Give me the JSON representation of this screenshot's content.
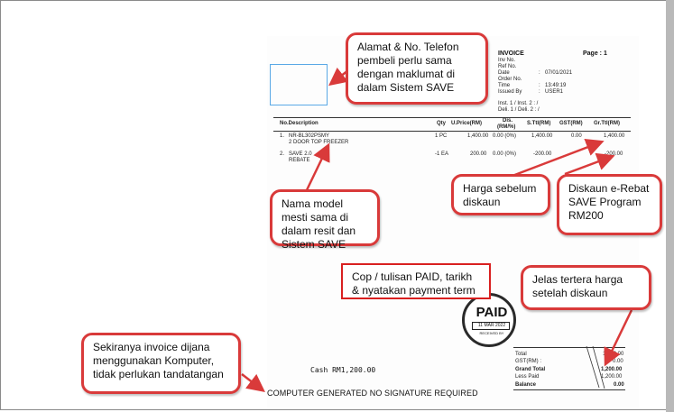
{
  "invoice": {
    "title": "INVOICE",
    "page": "Page : 1",
    "meta_labels": [
      "Inv No.",
      "Ref No.",
      "Date",
      "Order No.",
      "Time",
      "Issued By"
    ],
    "meta_values": [
      "",
      "",
      "07/01/2021",
      "",
      "13:49:19",
      "USER1"
    ],
    "inst_line": "Inst. 1 / Inst. 2   :   /",
    "deli_line": "Deli. 1 / Deli. 2   :   /",
    "columns": {
      "no_desc": "No.Description",
      "qty": "Qty",
      "uprice": "U.Price(RM)",
      "dis": "Dis.",
      "dis2": "(RM/%)",
      "stt": "S.Ttl(RM)",
      "gst": "GST(RM)",
      "grttl": "Gr.Ttl(RM)"
    },
    "rows": [
      {
        "no": "1.",
        "code": "NR-BL302PSMY",
        "desc": "2 DOOR TOP FREEZER",
        "qty": "1 PC",
        "uprice": "1,400.00",
        "dis": "0.00 (0%)",
        "stt": "1,400.00",
        "gst": "0.00",
        "gr": "1,400.00"
      },
      {
        "no": "2.",
        "code": "SAVE 2.0",
        "desc": "REBATE",
        "qty": "-1 EA",
        "uprice": "200.00",
        "dis": "0.00 (0%)",
        "stt": "-200.00",
        "gst": "",
        "gr": "-200.00"
      }
    ],
    "cash_line": "Cash RM1,200.00",
    "totals": [
      {
        "label": "Total",
        "value": "1,400.00"
      },
      {
        "label": "GST(RM) :",
        "value": "0.00"
      },
      {
        "label": "Grand Total",
        "value": "1,200.00"
      },
      {
        "label": "Less Paid",
        "value": "1,200.00"
      },
      {
        "label": "Balance",
        "value": "0.00"
      }
    ],
    "footer": "COMPUTER GENERATED NO SIGNATURE REQUIRED"
  },
  "stamp": {
    "word": "PAID",
    "date": "11 MAR 2022",
    "received": "RECEIVED BY"
  },
  "callouts": {
    "address": "Alamat & No. Telefon pembeli perlu sama dengan maklumat di dalam Sistem SAVE",
    "model": "Nama model mesti sama di dalam resit dan Sistem SAVE",
    "harga": "Harga sebelum diskaun",
    "diskaun": "Diskaun e-Rebat SAVE Program RM200",
    "cop": "Cop / tulisan PAID, tarikh & nyatakan payment term",
    "jelas": "Jelas tertera harga setelah diskaun",
    "sekiranya": "Sekiranya invoice dijana menggunakan Komputer, tidak perlukan tandatangan"
  },
  "colors": {
    "callout_border": "#d93a3a",
    "placeholder_box": "#5aa9e6"
  }
}
